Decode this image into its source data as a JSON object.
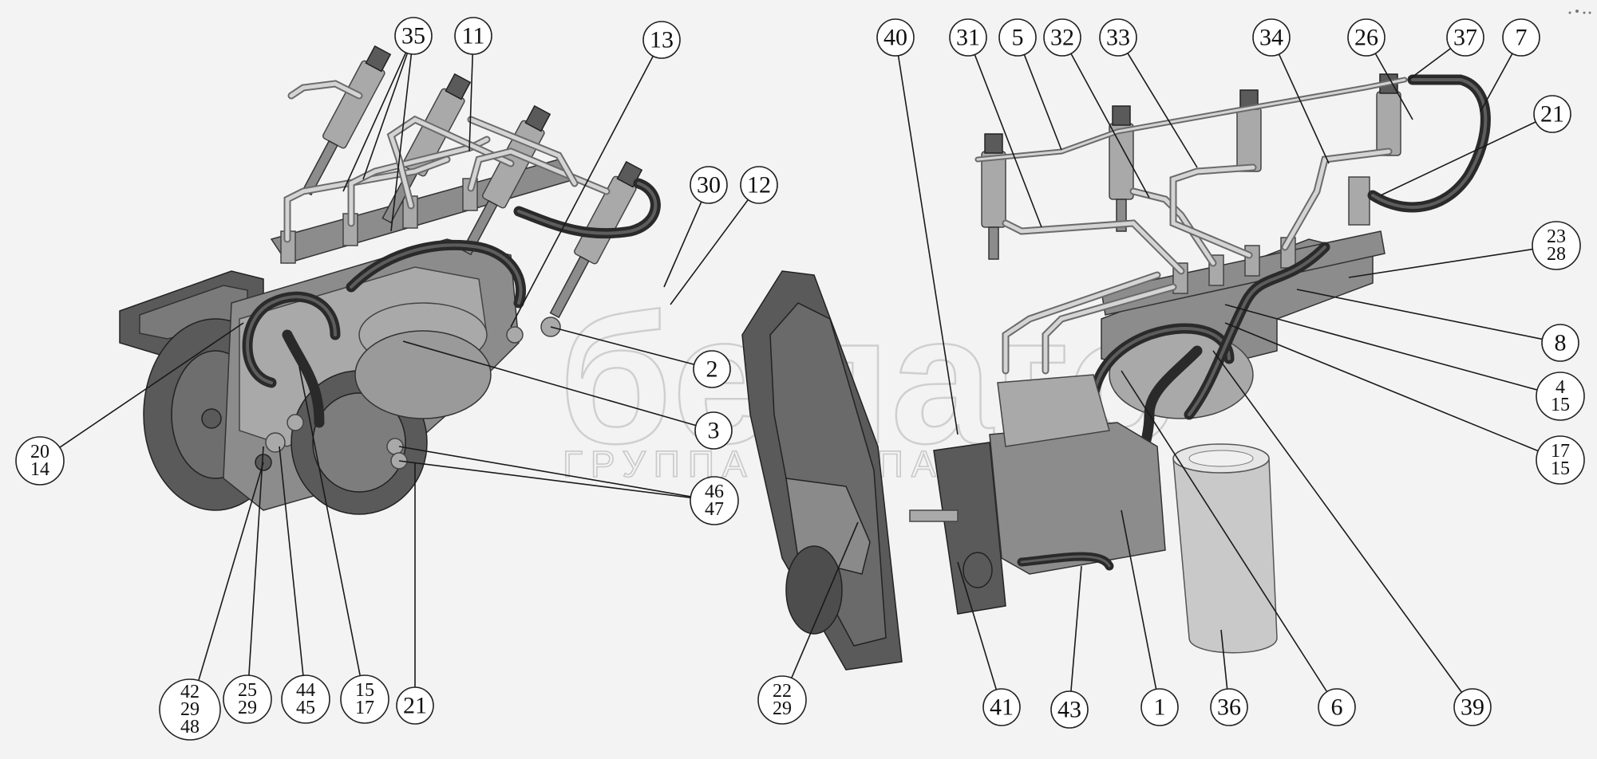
{
  "watermark": {
    "logo": "белаго",
    "text": "ГРУППА КОМПАНИЙ"
  },
  "callouts": [
    {
      "id": "c35",
      "lines": [
        "35"
      ]
    },
    {
      "id": "c11",
      "lines": [
        "11"
      ]
    },
    {
      "id": "c13",
      "lines": [
        "13"
      ]
    },
    {
      "id": "c30",
      "lines": [
        "30"
      ]
    },
    {
      "id": "c12",
      "lines": [
        "12"
      ]
    },
    {
      "id": "c2",
      "lines": [
        "2"
      ]
    },
    {
      "id": "c3",
      "lines": [
        "3"
      ]
    },
    {
      "id": "c46",
      "lines": [
        "46",
        "47"
      ]
    },
    {
      "id": "c20",
      "lines": [
        "20",
        "14"
      ]
    },
    {
      "id": "c42",
      "lines": [
        "42",
        "29",
        "48"
      ]
    },
    {
      "id": "c25",
      "lines": [
        "25",
        "29"
      ]
    },
    {
      "id": "c44",
      "lines": [
        "44",
        "45"
      ]
    },
    {
      "id": "c15a",
      "lines": [
        "15",
        "17"
      ]
    },
    {
      "id": "c21a",
      "lines": [
        "21"
      ]
    },
    {
      "id": "c40",
      "lines": [
        "40"
      ]
    },
    {
      "id": "c31",
      "lines": [
        "31"
      ]
    },
    {
      "id": "c5",
      "lines": [
        "5"
      ]
    },
    {
      "id": "c32",
      "lines": [
        "32"
      ]
    },
    {
      "id": "c33",
      "lines": [
        "33"
      ]
    },
    {
      "id": "c34",
      "lines": [
        "34"
      ]
    },
    {
      "id": "c26",
      "lines": [
        "26"
      ]
    },
    {
      "id": "c37",
      "lines": [
        "37"
      ]
    },
    {
      "id": "c7",
      "lines": [
        "7"
      ]
    },
    {
      "id": "c21b",
      "lines": [
        "21"
      ]
    },
    {
      "id": "c23",
      "lines": [
        "23",
        "28"
      ]
    },
    {
      "id": "c8",
      "lines": [
        "8"
      ]
    },
    {
      "id": "c4",
      "lines": [
        "4",
        "15"
      ]
    },
    {
      "id": "c17",
      "lines": [
        "17",
        "15"
      ]
    },
    {
      "id": "c22",
      "lines": [
        "22",
        "29"
      ]
    },
    {
      "id": "c41",
      "lines": [
        "41"
      ]
    },
    {
      "id": "c43",
      "lines": [
        "43"
      ]
    },
    {
      "id": "c1",
      "lines": [
        "1"
      ]
    },
    {
      "id": "c36",
      "lines": [
        "36"
      ]
    },
    {
      "id": "c6",
      "lines": [
        "6"
      ]
    },
    {
      "id": "c39",
      "lines": [
        "39"
      ]
    }
  ]
}
